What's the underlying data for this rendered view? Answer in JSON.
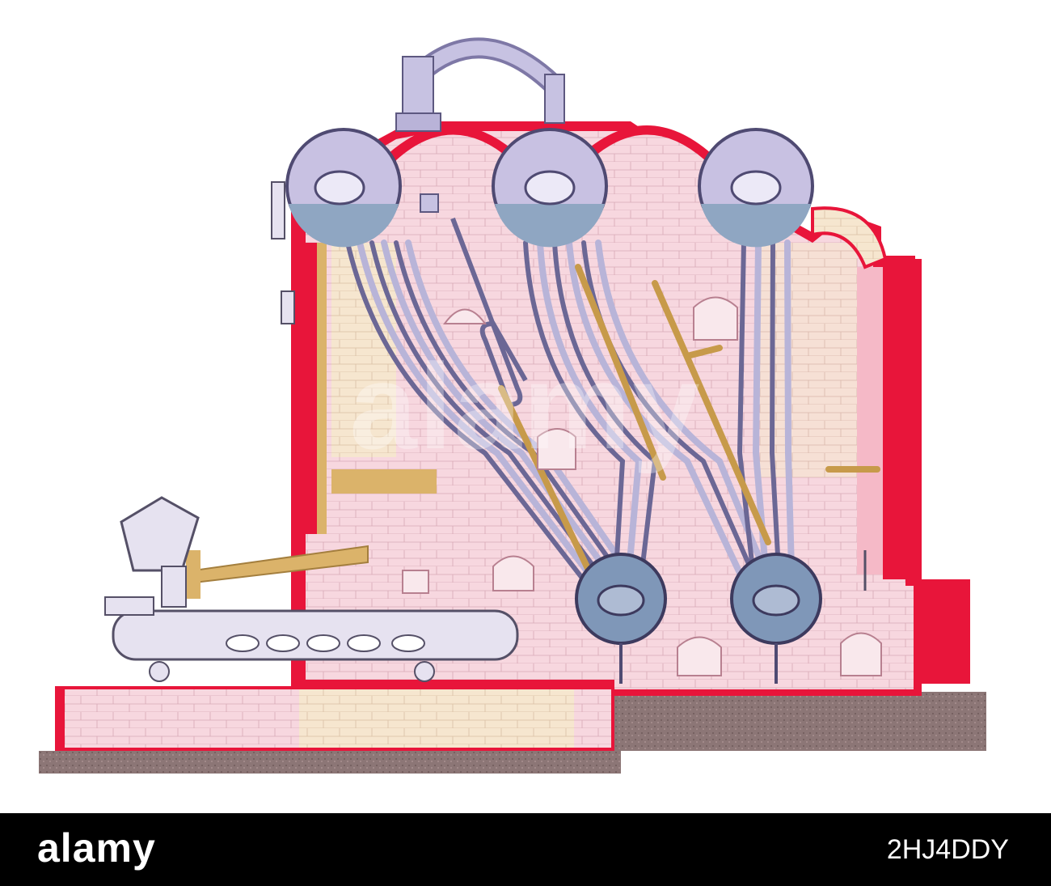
{
  "footer": {
    "logo": "alamy",
    "image_ref": "2HJ4DDY"
  },
  "watermark": "alamy",
  "colors": {
    "brick": "#f6d2dc",
    "brick_warm": "#f5e2c6",
    "casing": "#e8153a",
    "drum": "#c6c0e0",
    "water": "#8fa6c2",
    "tube": "#b6b2d6",
    "baffle": "#dbb36a",
    "foundation": "#8f7a79",
    "footer_bg": "#000000"
  },
  "components": {
    "upper_drums": 3,
    "lower_drums": 2,
    "tube_banks": 3,
    "chain_grate_stoker": 1,
    "coal_hopper": 1
  }
}
